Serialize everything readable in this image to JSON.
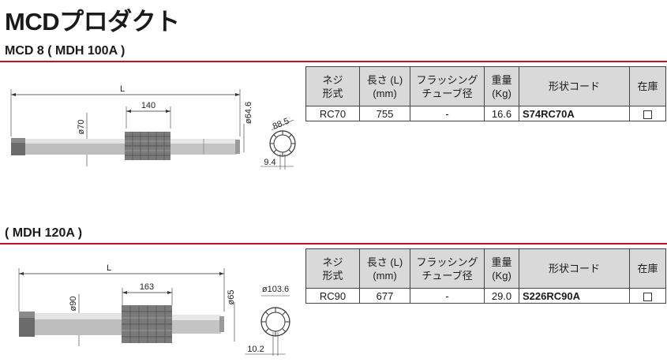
{
  "page": {
    "title": "MCDプロダクト"
  },
  "table_header": {
    "thread_l1": "ネジ",
    "thread_l2": "形式",
    "length_l1": "長さ (L)",
    "length_l2": "(mm)",
    "flush_l1": "フラッシング",
    "flush_l2": "チューブ径",
    "weight_l1": "重量",
    "weight_l2": "(Kg)",
    "code": "形状コード",
    "stock": "在庫"
  },
  "sections": [
    {
      "title": "MCD 8 ( MDH 100A )",
      "dims": {
        "L": "L",
        "spline": "140",
        "shank_dia": "ø70",
        "end_dia": "ø64.6",
        "bit_dia": "88.5",
        "flush": "9.4"
      },
      "row": {
        "thread": "RC70",
        "length": "755",
        "flush": "-",
        "weight": "16.6",
        "code": "S74RC70A"
      }
    },
    {
      "title": "( MDH 120A )",
      "dims": {
        "L": "L",
        "spline": "163",
        "shank_dia": "ø90",
        "end_dia": "ø65",
        "bit_dia": "ø103.6",
        "flush": "10.2"
      },
      "row": {
        "thread": "RC90",
        "length": "677",
        "flush": "-",
        "weight": "29.0",
        "code": "S226RC90A"
      }
    }
  ]
}
